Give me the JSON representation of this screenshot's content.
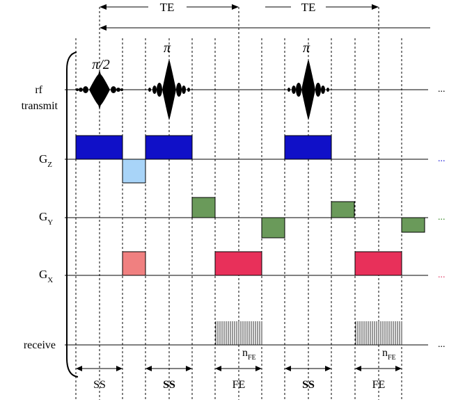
{
  "timing": {
    "te_label_1": "TE",
    "te_label_2": "TE"
  },
  "rows": {
    "rf": {
      "label_line1": "rf",
      "label_line2": "transmit",
      "ellipsis": "..."
    },
    "gz": {
      "label": "G",
      "sub": "Z",
      "ellipsis": "...",
      "ellipsis_color": "#1f1fd6"
    },
    "gy": {
      "label": "G",
      "sub": "Y",
      "ellipsis": "...",
      "ellipsis_color": "#3c8c2c"
    },
    "gx": {
      "label": "G",
      "sub": "X",
      "ellipsis": "...",
      "ellipsis_color": "#e0406a"
    },
    "receive": {
      "label": "receive",
      "ellipsis": "..."
    }
  },
  "pulses": {
    "pulse_90": "π/2",
    "pulse_180_a": "π",
    "pulse_180_b": "π"
  },
  "readout": {
    "n_label_1": "n",
    "n_sub_1": "FE",
    "n_label_2": "n",
    "n_sub_2": "FE"
  },
  "segments": {
    "seg_1": "SS",
    "seg_2": "SS",
    "seg_3": "FE",
    "seg_4": "SS",
    "seg_5": "FE"
  },
  "colors": {
    "slice_select": "#1010c8",
    "slice_refocus": "#a8d4f8",
    "phase_encode": "#6a9a5a",
    "readout_prephase": "#f08080",
    "readout": "#e8305a"
  }
}
